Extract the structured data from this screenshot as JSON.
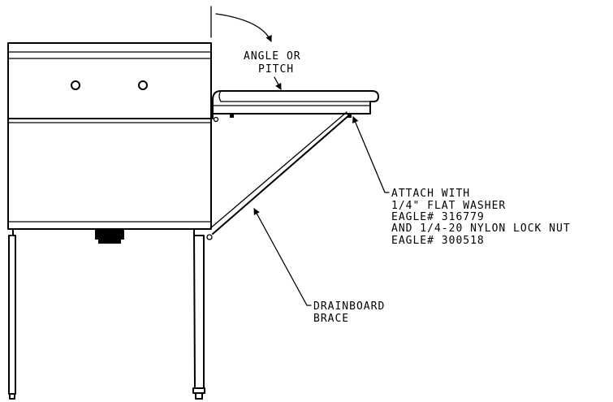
{
  "labels": {
    "angle_line1": "ANGLE OR",
    "angle_line2": "PITCH",
    "attach_line1": "ATTACH WITH",
    "attach_line2": "1/4\" FLAT WASHER",
    "attach_line3": "EAGLE# 316779",
    "attach_line4": "AND 1/4-20 NYLON LOCK NUT",
    "attach_line5": "EAGLE# 300518",
    "brace_line1": "DRAINBOARD",
    "brace_line2": "BRACE"
  }
}
